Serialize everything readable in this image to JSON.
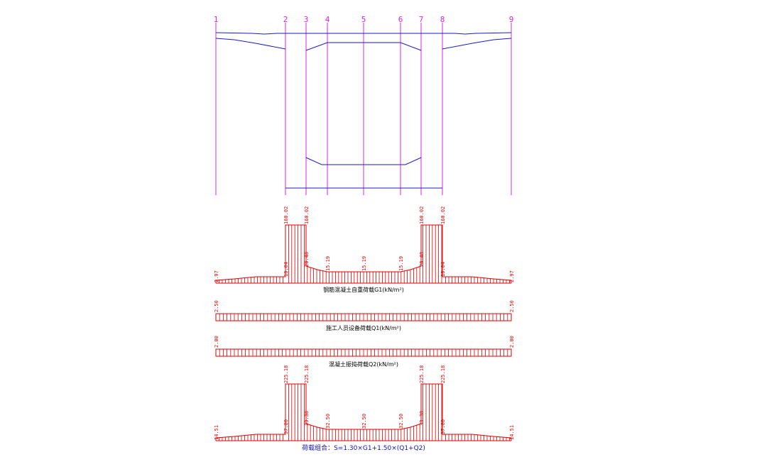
{
  "axes": {
    "labels": [
      "1",
      "2",
      "3",
      "4",
      "5",
      "6",
      "7",
      "8",
      "9"
    ],
    "color": "#e020e0"
  },
  "section": {
    "color": "#1a1acc"
  },
  "diagrams": [
    {
      "id": "g1",
      "caption": "钢筋混凝土自重荷载G1(kN/m²)",
      "labels": [
        "2.97",
        "10.04",
        "160.02",
        "160.02",
        "20.48",
        "15.19",
        "15.19",
        "15.19",
        "20.48",
        "160.02",
        "160.02",
        "10.04",
        "2.97"
      ]
    },
    {
      "id": "q1",
      "caption": "施工人员设备荷载Q1(kN/m²)",
      "labels": [
        "2.50",
        "2.50"
      ]
    },
    {
      "id": "q2",
      "caption": "混凝土振捣荷载Q2(kN/m²)",
      "labels": [
        "2.00",
        "2.00"
      ]
    },
    {
      "id": "combo",
      "caption": "荷载组合：S=1.30×G1+1.50×(Q1+Q2)",
      "labels": [
        "14.51",
        "37.80",
        "225.18",
        "225.18",
        "33.38",
        "32.50",
        "32.50",
        "32.50",
        "33.38",
        "225.18",
        "225.18",
        "37.80",
        "14.51"
      ]
    }
  ],
  "colors": {
    "load": "#e00000",
    "caption": "#000000",
    "formula": "#1010c0"
  }
}
